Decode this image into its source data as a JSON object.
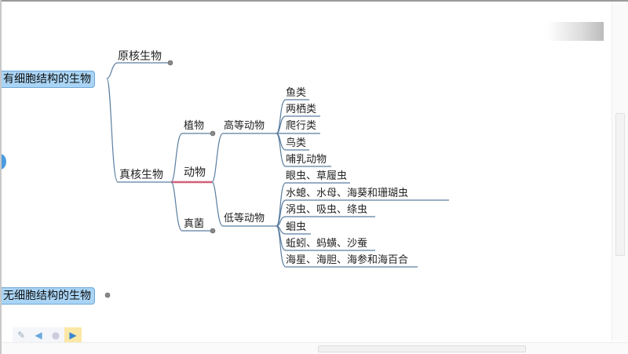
{
  "mindmap": {
    "roots": [
      {
        "label": "有细胞结构的生物"
      },
      {
        "label": "无细胞结构的生物"
      }
    ],
    "prokaryote": {
      "label": "原核生物"
    },
    "eukaryote": {
      "label": "真核生物"
    },
    "kingdoms": [
      {
        "label": "植物"
      },
      {
        "label": "动物"
      },
      {
        "label": "真菌"
      }
    ],
    "animal_groups": [
      {
        "label": "高等动物"
      },
      {
        "label": "低等动物"
      }
    ],
    "higher_animals": [
      {
        "label": "鱼类"
      },
      {
        "label": "两栖类"
      },
      {
        "label": "爬行类"
      },
      {
        "label": "鸟类"
      },
      {
        "label": "哺乳动物"
      }
    ],
    "lower_animals": [
      {
        "label": "眼虫、草履虫"
      },
      {
        "label": "水螅、水母、海葵和珊瑚虫"
      },
      {
        "label": "涡虫、吸虫、绦虫"
      },
      {
        "label": "蛔虫"
      },
      {
        "label": "蚯蚓、蚂蟥、沙蚕"
      },
      {
        "label": "海星、海胆、海参和海百合"
      }
    ]
  },
  "colors": {
    "line": "#5a7ea0",
    "root_fill": "#a9d4f5",
    "highlight": "#d0607a",
    "active_button": "#fbe8a6"
  },
  "toolbar": {
    "buttons": [
      {
        "icon": "pen-icon"
      },
      {
        "icon": "back-arrow-icon"
      },
      {
        "icon": "circle-icon"
      },
      {
        "icon": "forward-arrow-icon"
      }
    ]
  }
}
